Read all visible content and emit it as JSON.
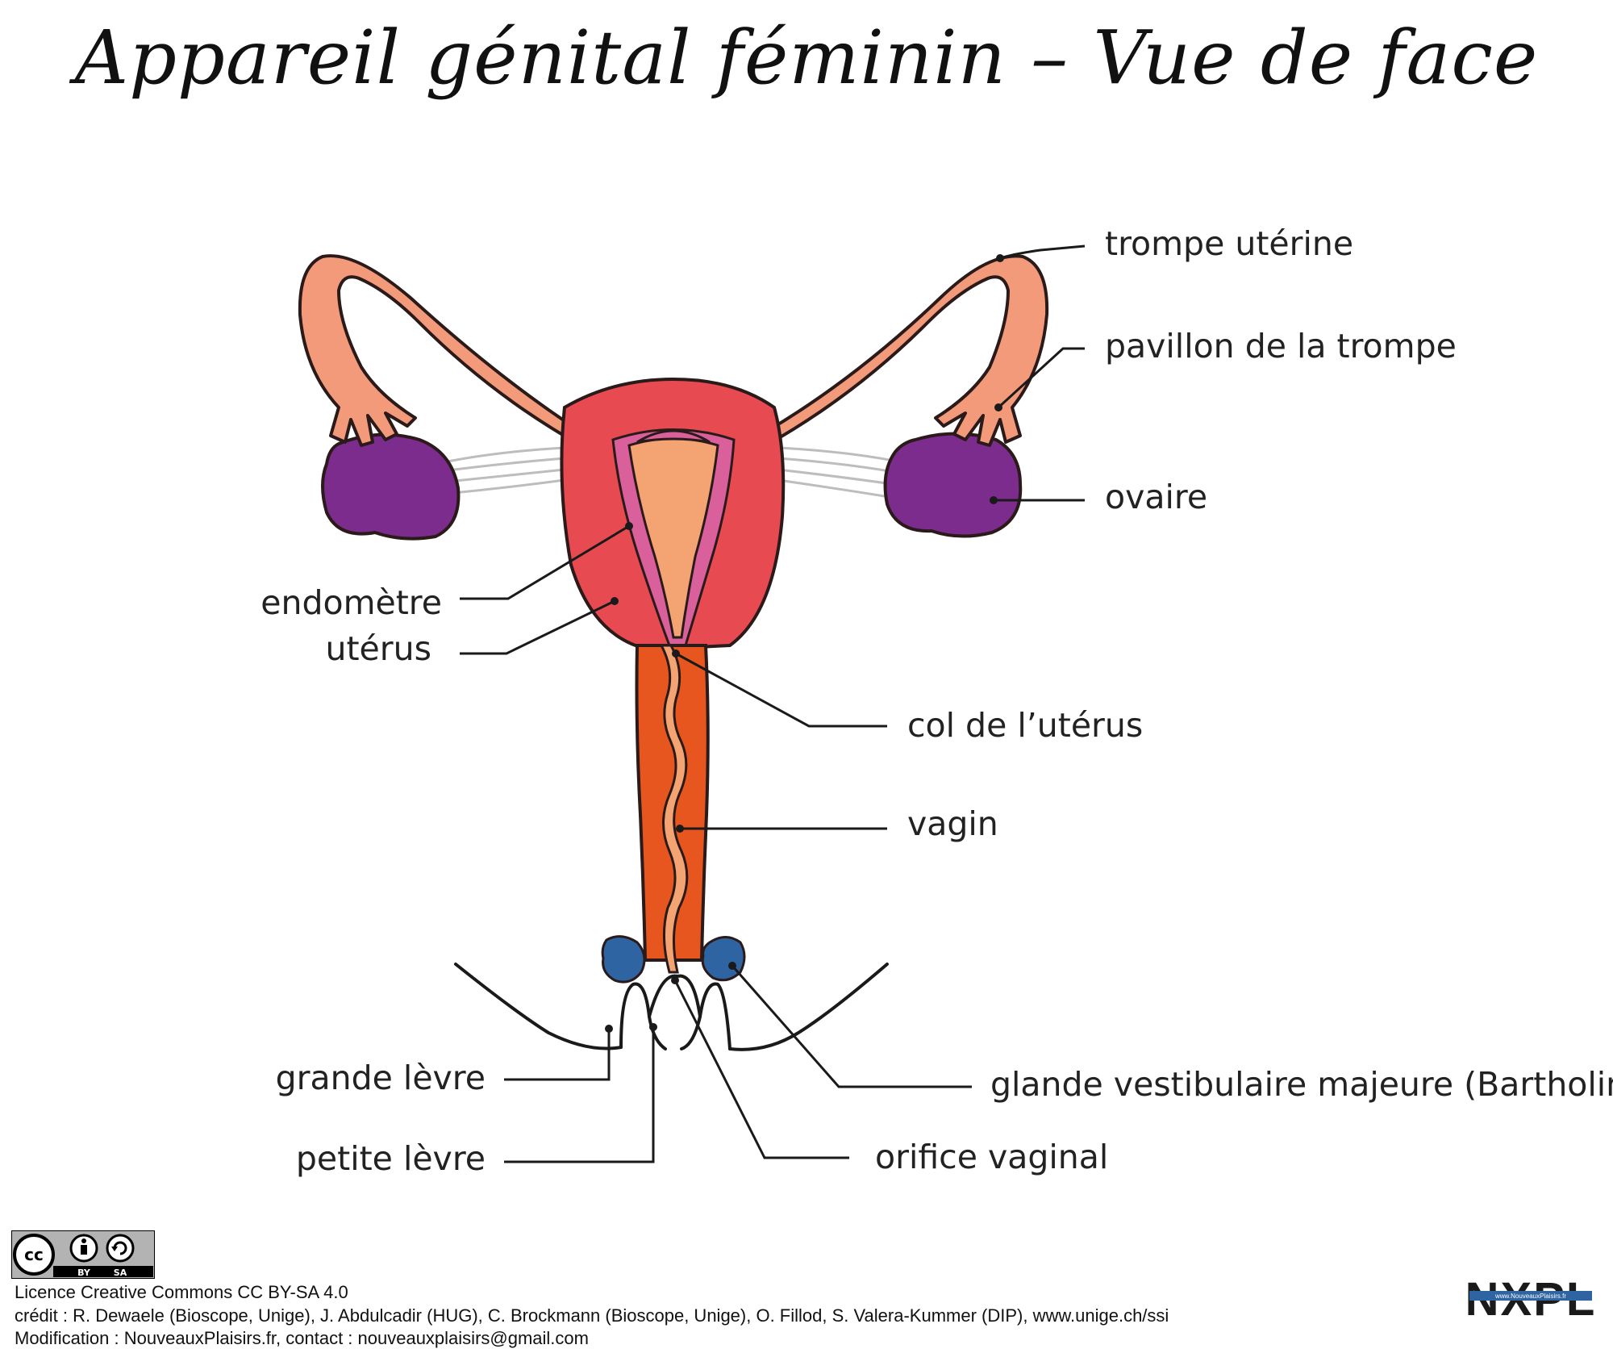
{
  "title": "Appareil génital féminin – Vue de face",
  "labels": {
    "trompe": "trompe utérine",
    "pavillon": "pavillon de la trompe",
    "ovaire": "ovaire",
    "endometre": "endomètre",
    "uterus": "utérus",
    "col": "col de l’utérus",
    "vagin": "vagin",
    "grande_levre": "grande lèvre",
    "petite_levre": "petite lèvre",
    "glande": "glande vestibulaire majeure (Bartholin)",
    "orifice": "orifice vaginal"
  },
  "footer": {
    "licence": "Licence Creative Commons CC BY-SA 4.0",
    "credit": "crédit : R. Dewaele (Bioscope, Unige), J. Abdulcadir (HUG), C. Brockmann (Bioscope, Unige), O. Fillod, S. Valera-Kummer (DIP), www.unige.ch/ssi",
    "modification": "Modification : NouveauxPlaisirs.fr, contact : nouveauxplaisirs@gmail.com",
    "cc_by": "BY",
    "cc_sa": "SA",
    "logo_text": "NXPL",
    "logo_url": "www.NouveauxPlaisirs.fr"
  },
  "colors": {
    "uterus": "#e84a52",
    "cavity": "#f4a373",
    "endometrium": "#d9609a",
    "tube": "#f39a7a",
    "ovary": "#7b2c8c",
    "vagina": "#e8561f",
    "bartholin": "#2f64a2",
    "ligament": "#c8c8c8",
    "outline": "#2a1a1a"
  }
}
